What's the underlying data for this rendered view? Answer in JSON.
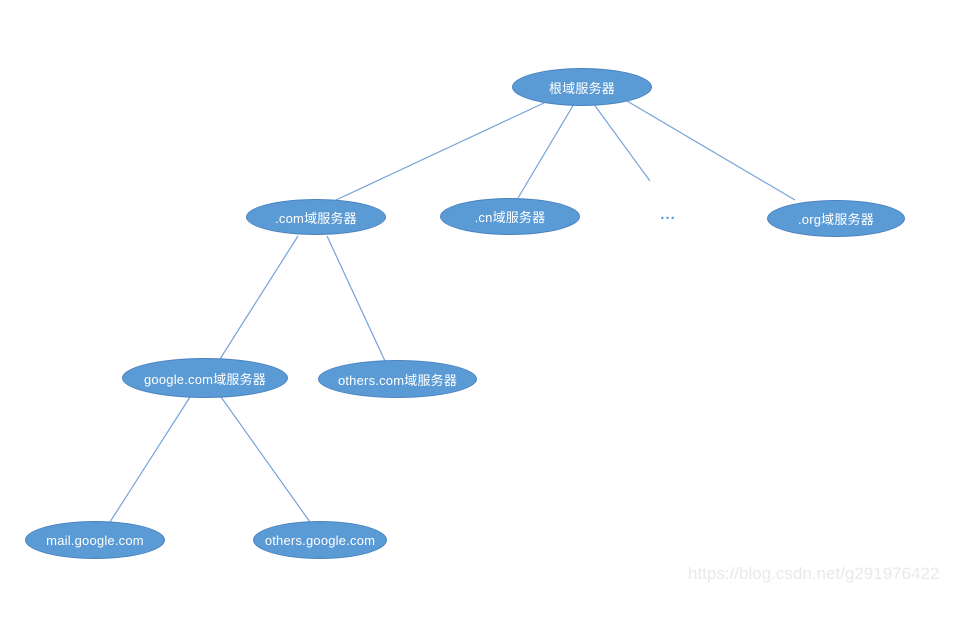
{
  "diagram": {
    "description": "DNS domain name server hierarchy tree",
    "nodes": [
      {
        "id": "root",
        "label": "根域服务器"
      },
      {
        "id": "com",
        "label": ".com域服务器"
      },
      {
        "id": "cn",
        "label": ".cn域服务器"
      },
      {
        "id": "ellipsis",
        "label": "..."
      },
      {
        "id": "org",
        "label": ".org域服务器"
      },
      {
        "id": "google-com",
        "label": "google.com域服务器"
      },
      {
        "id": "others-com",
        "label": "others.com域服务器"
      },
      {
        "id": "mail-google",
        "label": "mail.google.com"
      },
      {
        "id": "others-google",
        "label": "others.google.com"
      }
    ],
    "edges": [
      {
        "from": "root",
        "to": "com"
      },
      {
        "from": "root",
        "to": "cn"
      },
      {
        "from": "root",
        "to": "ellipsis"
      },
      {
        "from": "root",
        "to": "org"
      },
      {
        "from": "com",
        "to": "google-com"
      },
      {
        "from": "com",
        "to": "others-com"
      },
      {
        "from": "google-com",
        "to": "mail-google"
      },
      {
        "from": "google-com",
        "to": "others-google"
      }
    ]
  },
  "colors": {
    "node_fill": "#5b9bd5",
    "node_border": "#4a82c0",
    "node_text": "#ffffff",
    "edge": "#74a3d8",
    "watermark_text": "#e9e9e9"
  },
  "watermark": {
    "text": "https://blog.csdn.net/g291976422"
  }
}
